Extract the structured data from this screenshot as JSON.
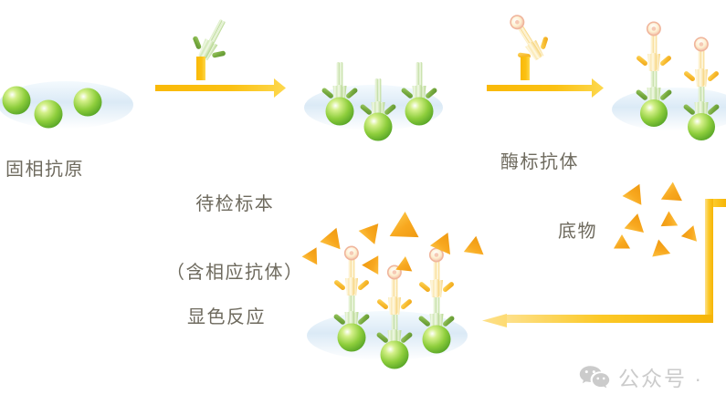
{
  "diagram": {
    "title": "ELISA indirect assay workflow",
    "background_color": "#ffffff",
    "labels": {
      "solid_phase_antigen": "固相抗原",
      "test_sample_line1": "待检标本",
      "test_sample_line2": "（含相应抗体）",
      "enzyme_labeled_antibody": "酶标抗体",
      "substrate": "底物",
      "color_reaction": "显色反应"
    },
    "colors": {
      "arrow": "#fab90c",
      "arrow_light": "#fdd34a",
      "antigen_green_light": "#a3d948",
      "antigen_green_dark": "#5aa72b",
      "antibody_green_light": "#d9ecc2",
      "antibody_green_dark": "#7fb048",
      "antibody_yellow_light": "#fbe6a8",
      "antibody_yellow_dark": "#f5b72c",
      "substrate_orange": "#f7a823",
      "substrate_orange_light": "#fdcf5e",
      "well_blue": "#b9d4ea",
      "well_fill": "#eaf4fb",
      "text": "#6e6a5e",
      "watermark": "#c9c9c9"
    }
  },
  "watermark": {
    "icon": "wechat-icon",
    "text": "公众号 ·"
  },
  "steps": [
    {
      "id": "step-1",
      "name": "solid-phase-antigen-plate",
      "label_key": "solid_phase_antigen",
      "antigen_count": 3
    },
    {
      "id": "step-2",
      "name": "sample-addition-arrow",
      "label_key": "test_sample_line1",
      "reagent": "green-antibody"
    },
    {
      "id": "step-3",
      "name": "antigen-antibody-well",
      "antibody_count": 3,
      "antibody_color": "green"
    },
    {
      "id": "step-4",
      "name": "enzyme-antibody-arrow",
      "label_key": "enzyme_labeled_antibody",
      "reagent": "yellow-enzyme-antibody"
    },
    {
      "id": "step-5",
      "name": "enzyme-conjugate-well",
      "antibody_count": 3,
      "antibody_color": "yellow-over-green"
    },
    {
      "id": "step-6",
      "name": "substrate-addition",
      "label_key": "substrate",
      "triangle_count": 7
    },
    {
      "id": "step-7",
      "name": "color-reaction-well",
      "label_key": "color_reaction",
      "antibody_count": 3,
      "triangle_count": 9
    }
  ]
}
